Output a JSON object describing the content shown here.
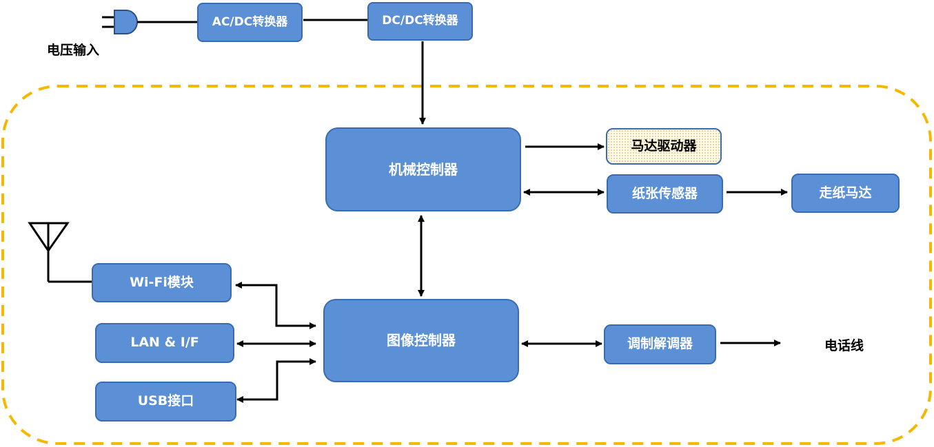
{
  "power": {
    "input_label": "电压输入",
    "acdc_label": "AC/DC转换器",
    "dcdc_label": "DC/DC转换器"
  },
  "controllers": {
    "mechanical": "机械控制器",
    "image": "图像控制器"
  },
  "mechanics": {
    "motor_driver": "马达驱动器",
    "paper_sensor": "纸张传感器",
    "feed_motor": "走纸马达"
  },
  "interfaces": {
    "wifi": "Wi-Fi模块",
    "lan": "LAN & I/F",
    "usb": "USB接口"
  },
  "telephony": {
    "modem": "调制解调器",
    "phone_line": "电话线"
  },
  "colors": {
    "block_fill": "#5b8fd6",
    "block_border": "#3a6bb0",
    "boundary_dash": "#f5b800",
    "motor_driver_fill": "#fff8e2"
  }
}
